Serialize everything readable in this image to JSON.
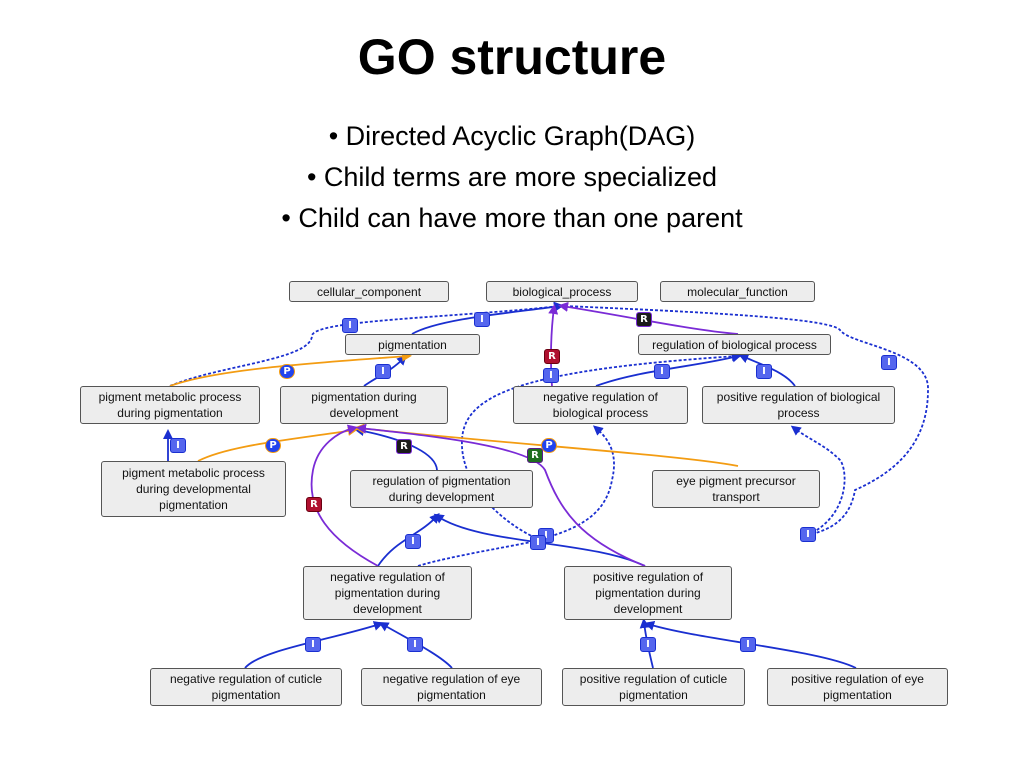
{
  "slide": {
    "title": "GO structure",
    "bullets": [
      "• Directed Acyclic Graph(DAG)",
      "• Child terms are more specialized",
      "• Child can have more than one parent"
    ]
  },
  "diagram": {
    "nodes": {
      "cellular_component": "cellular_component",
      "biological_process": "biological_process",
      "molecular_function": "molecular_function",
      "pigmentation": "pigmentation",
      "regulation_of_biological_process": "regulation of biological process",
      "pigment_metabolic_process_during_pigmentation": "pigment metabolic process during pigmentation",
      "pigmentation_during_development": "pigmentation during development",
      "negative_regulation_of_biological_process": "negative regulation of biological process",
      "positive_regulation_of_biological_process": "positive regulation of biological process",
      "pigment_metabolic_process_during_developmental_pigmentation": "pigment metabolic process during developmental pigmentation",
      "regulation_of_pigmentation_during_development": "regulation of pigmentation during development",
      "eye_pigment_precursor_transport": "eye pigment precursor transport",
      "negative_regulation_of_pigmentation_during_development": "negative regulation of pigmentation during development",
      "positive_regulation_of_pigmentation_during_development": "positive regulation of pigmentation during development",
      "negative_regulation_of_cuticle_pigmentation": "negative regulation of cuticle pigmentation",
      "negative_regulation_of_eye_pigmentation": "negative regulation of eye pigmentation",
      "positive_regulation_of_cuticle_pigmentation": "positive regulation of cuticle pigmentation",
      "positive_regulation_of_eye_pigmentation": "positive regulation of eye pigmentation"
    },
    "relation_labels": {
      "is_a": "I",
      "part_of": "P",
      "regulates": "R"
    },
    "relation_colors": {
      "is_a": "#1a2fd0",
      "part_of": "#f39c12",
      "regulates": "#7a2bd6"
    }
  }
}
